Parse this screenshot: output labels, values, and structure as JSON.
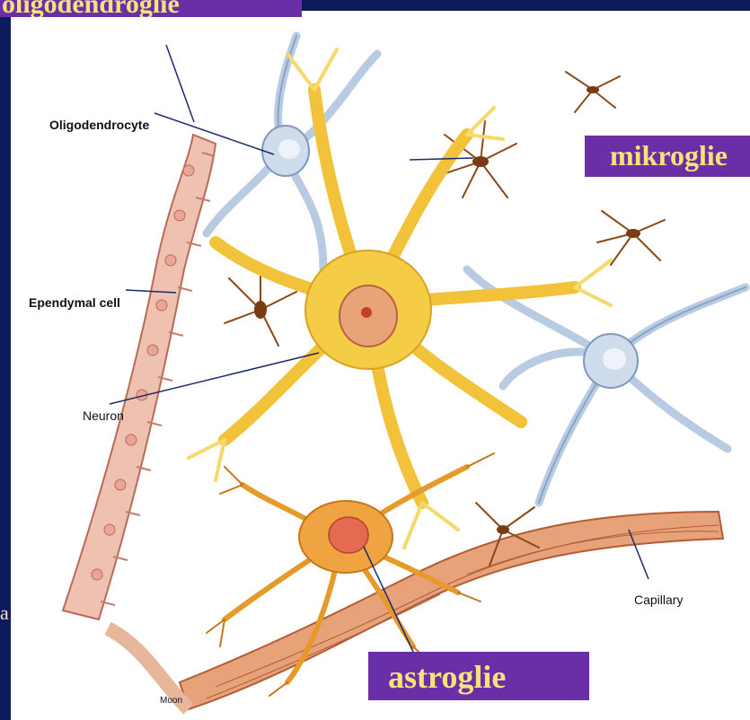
{
  "tags": {
    "oligodendroglie": "oligodendroglie",
    "mikroglie": "mikroglie",
    "astroglie": "astroglie"
  },
  "callouts": {
    "oligodendrocyte": "Oligodendrocyte",
    "ependymal_cell": "Ependymal cell",
    "neuron": "Neuron",
    "capillary": "Capillary",
    "credit": "Moon"
  },
  "edge_text": "a",
  "colors": {
    "background": "#0d1a5c",
    "tag_fill": "#6a2fa6",
    "tag_text": "#f7e27a",
    "neuron": "#f2c33a",
    "glia_blue": "#a9bfdc",
    "microglia": "#8a4a1a",
    "ependymal": "#e7b0a0",
    "capillary": "#d98a5c"
  }
}
